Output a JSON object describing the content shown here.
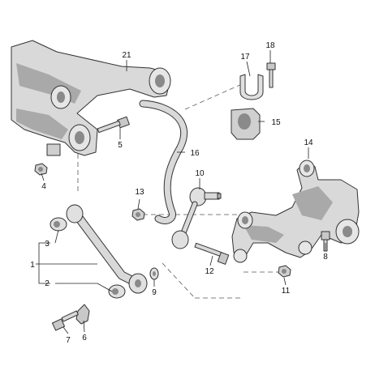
{
  "diagram": {
    "colors": {
      "background": "#ffffff",
      "part_fill": "#d9d9d9",
      "part_shade": "#a9a9a9",
      "part_outline": "#333333",
      "leader": "#222222"
    },
    "callouts": {
      "c1": "1",
      "c2": "2",
      "c3": "3",
      "c4": "4",
      "c5": "5",
      "c6": "6",
      "c7": "7",
      "c8": "8",
      "c9": "9",
      "c10": "10",
      "c11": "11",
      "c12": "12",
      "c13": "13",
      "c14": "14",
      "c15": "15",
      "c16": "16",
      "c17": "17",
      "c18": "18",
      "c21": "21"
    }
  }
}
